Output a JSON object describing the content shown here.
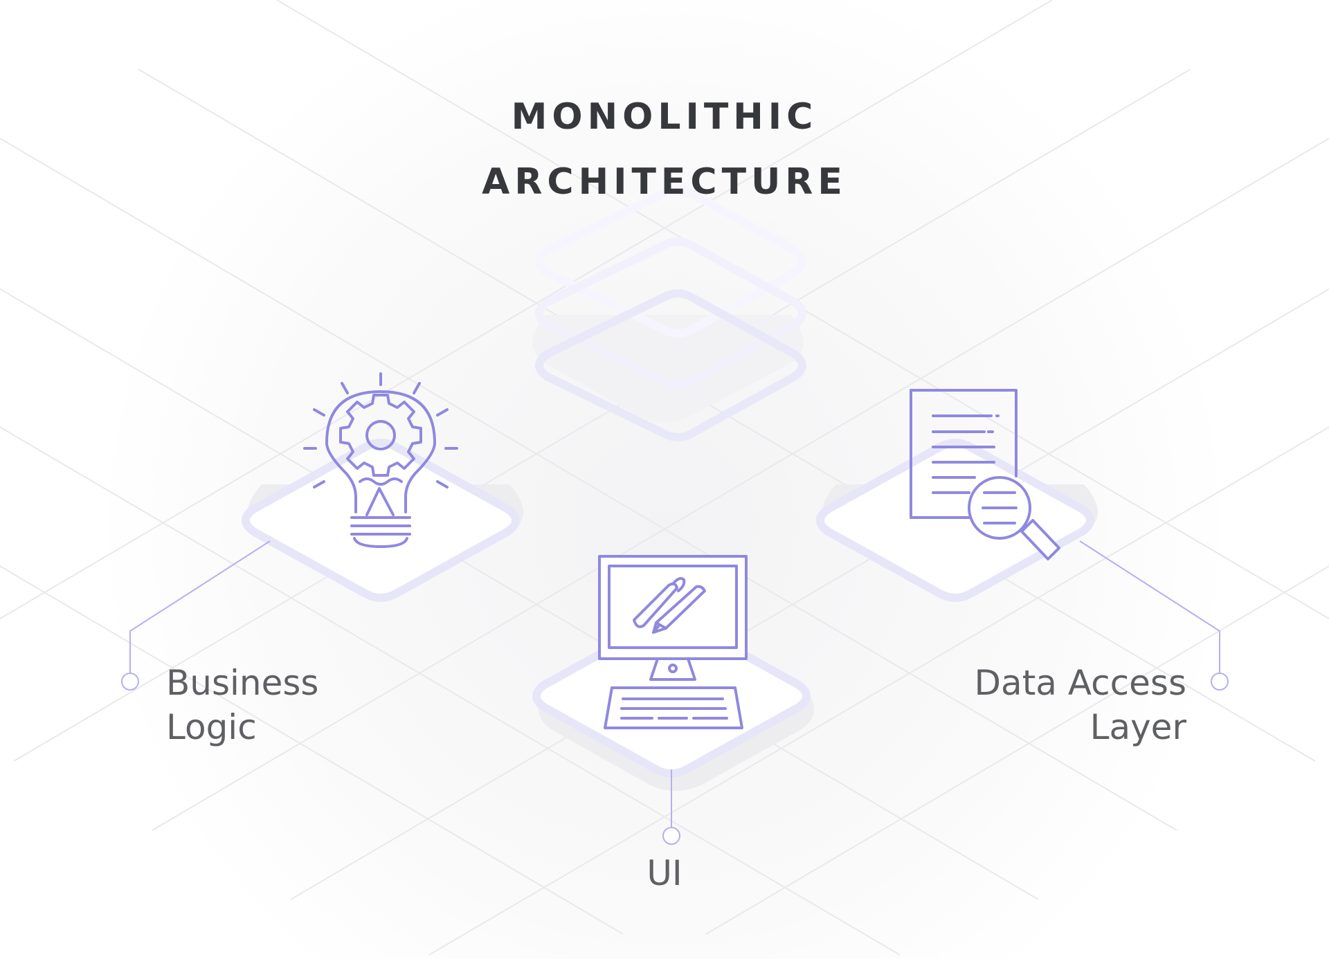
{
  "diagram": {
    "title_lines": [
      "MONOLITHIC",
      "ARCHITECTURE"
    ],
    "components": {
      "business_logic": {
        "label_lines": [
          "Business",
          "Logic"
        ],
        "icon": "lightbulb-gear-icon"
      },
      "ui": {
        "label_lines": [
          "UI"
        ],
        "icon": "computer-design-icon"
      },
      "data_access": {
        "label_lines": [
          "Data Access",
          "Layer"
        ],
        "icon": "document-search-icon"
      }
    },
    "center_icon": "stacked-layers-icon"
  },
  "colors": {
    "accent": "#8f88e0",
    "accent_light": "#ecebfa",
    "title": "#37383c",
    "label": "#5f6064",
    "grid": "#e6e6e6"
  }
}
